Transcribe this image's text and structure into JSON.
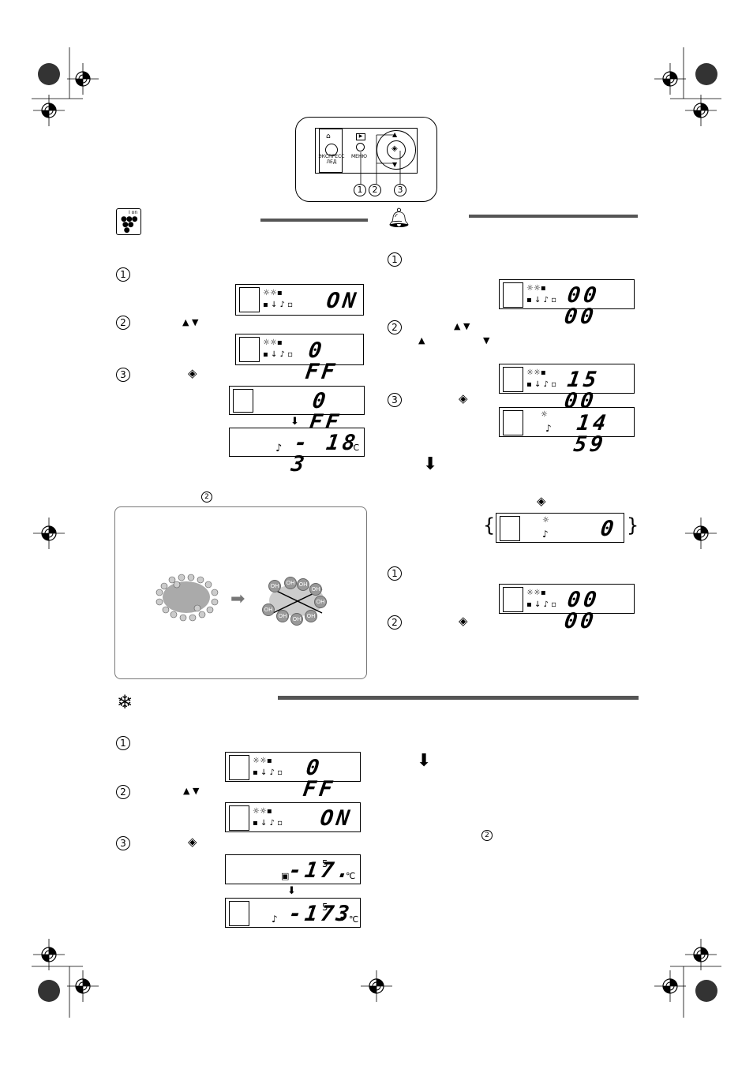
{
  "control_panel": {
    "express_label": "ЭКСПРЕСС\nЛЕД",
    "menu_label": "МЕНЮ",
    "callouts": [
      "1",
      "2",
      "3"
    ]
  },
  "ion_section": {
    "steps": [
      "1",
      "2",
      "3"
    ],
    "step2_arrows": "▲ ▼",
    "lcd1_text": "ON",
    "lcd2_text": "0 FF",
    "lcd3_text": "0 FF",
    "lcd4_text": "- 18  3",
    "lcd4_unit": "℃"
  },
  "ion_note": {
    "step_ref": "2",
    "ion_label": "OH"
  },
  "alarm_section": {
    "steps": [
      "1",
      "2",
      "3"
    ],
    "lcd1_text": "00 00",
    "lcd2_text": "15 00",
    "lcd3_text": "14 59",
    "lcd4_text": "0",
    "steps_b": [
      "1",
      "2"
    ],
    "lcd5_text": "00 00"
  },
  "freeze_section": {
    "steps": [
      "1",
      "2",
      "3"
    ],
    "lcd1_text": "0 FF",
    "lcd2_text": "ON",
    "lcd3_text": "-17.",
    "lcd3_sup": "5",
    "lcd3_unit": "℃",
    "lcd4_text": "-17.",
    "lcd4_sup": "5",
    "lcd4_extra": "3",
    "lcd4_unit": "℃",
    "step_ref": "2"
  }
}
